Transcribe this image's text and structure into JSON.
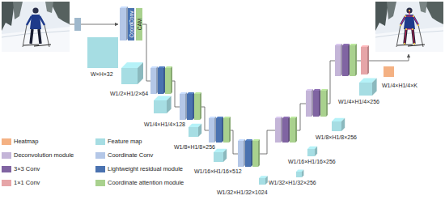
{
  "diagram": {
    "nodes": [
      {
        "text": [
          "CoordConv"
        ]
      },
      {
        "text": [
          "CAM"
        ]
      }
    ],
    "labels": [
      "W×H×32",
      "W1/2×H1/2×64",
      "W1/4×H1/4×128",
      "W1/8×H1/8×256",
      "W1/16×H1/16×512",
      "W1/32×H1/32×1024",
      "W1/32×H1/32×256",
      "W1/16×H1/16×256",
      "W1/8×H1/8×256",
      "W1/4×H1/4×256",
      "W1/4×H1/4×K"
    ],
    "legend": [
      {
        "text": "Heatmap",
        "color": "#f4b183"
      },
      {
        "text": "Deconvolution module",
        "color": "#c4b5d8"
      },
      {
        "text": "3×3 Conv",
        "color": "#8064a2"
      },
      {
        "text": "1×1 Conv",
        "color": "#e6a5a8"
      },
      {
        "text": "Feature map",
        "color": "#a6dde3"
      },
      {
        "text": "Coordinate Conv",
        "color": "#b4c7e7"
      },
      {
        "text": "Lightweight residual module",
        "color": "#4a72b0"
      },
      {
        "text": "Coordinate attention module",
        "color": "#a9d18e"
      }
    ]
  }
}
